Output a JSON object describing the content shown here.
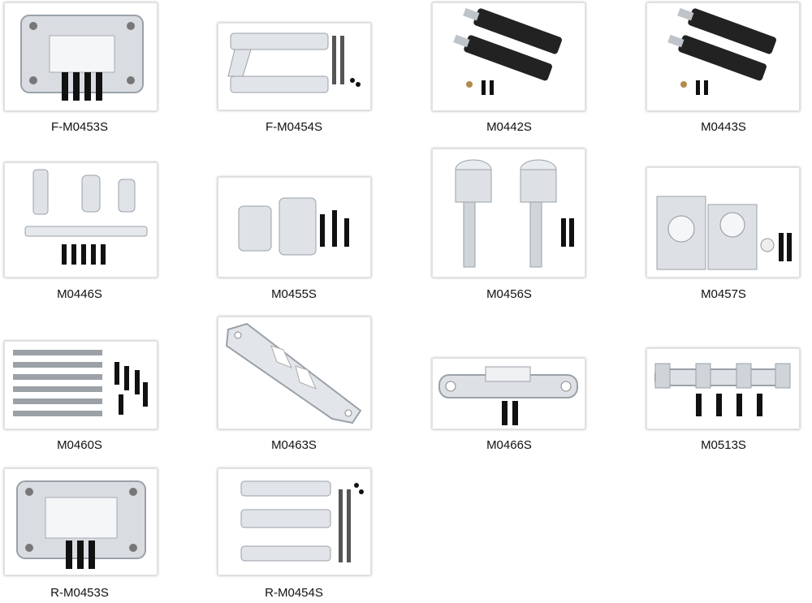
{
  "products": [
    {
      "code": "F-M0453S",
      "icon": "front-shock-tower-icon"
    },
    {
      "code": "F-M0454S",
      "icon": "front-lower-arm-icon"
    },
    {
      "code": "M0442S",
      "icon": "shock-absorber-icon"
    },
    {
      "code": "M0443S",
      "icon": "shock-absorber-icon"
    },
    {
      "code": "M0446S",
      "icon": "steering-assembly-icon"
    },
    {
      "code": "M0455S",
      "icon": "c-hub-icon"
    },
    {
      "code": "M0456S",
      "icon": "steering-knuckle-icon"
    },
    {
      "code": "M0457S",
      "icon": "rear-hub-carrier-icon"
    },
    {
      "code": "M0460S",
      "icon": "turnbuckle-set-icon"
    },
    {
      "code": "M0463S",
      "icon": "chassis-brace-icon"
    },
    {
      "code": "M0466S",
      "icon": "bumper-mount-icon"
    },
    {
      "code": "M0513S",
      "icon": "arm-mount-icon"
    },
    {
      "code": "R-M0453S",
      "icon": "rear-shock-tower-icon"
    },
    {
      "code": "R-M0454S",
      "icon": "rear-lower-arm-icon"
    }
  ]
}
